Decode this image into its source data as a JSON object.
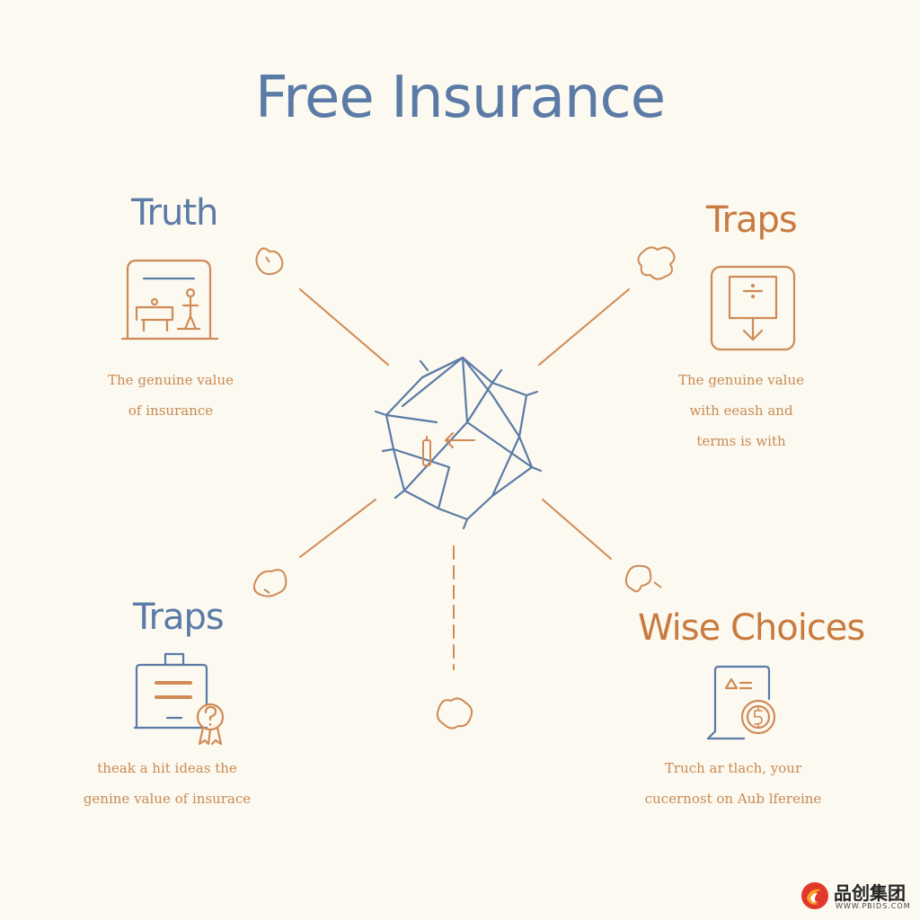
{
  "title": "Free Insurance",
  "colors": {
    "blue": "#5b7ba6",
    "orange": "#c97a3f",
    "background": "#fbf9f0"
  },
  "center": {
    "icon": "crumpled-star-icon"
  },
  "quadrants": [
    {
      "heading": "Truth",
      "icon": "doctor-visit-icon",
      "lines": [
        "The genuine value",
        "of insurance"
      ]
    },
    {
      "heading": "Traps",
      "icon": "document-down-arrow-icon",
      "lines": [
        "The genuine value",
        "with eeash and",
        "terms is with"
      ]
    },
    {
      "heading": "Traps",
      "icon": "document-question-badge-icon",
      "lines": [
        "theak a hit ideas the",
        "genine value of insurace"
      ]
    },
    {
      "heading": "Wise Choices",
      "icon": "document-coin-icon",
      "lines": [
        "Truch ar tlach, your",
        "cucernost on Aub lfereine"
      ]
    }
  ],
  "watermark": {
    "name": "品创集团",
    "url": "WWW.PBIDS.COM"
  }
}
